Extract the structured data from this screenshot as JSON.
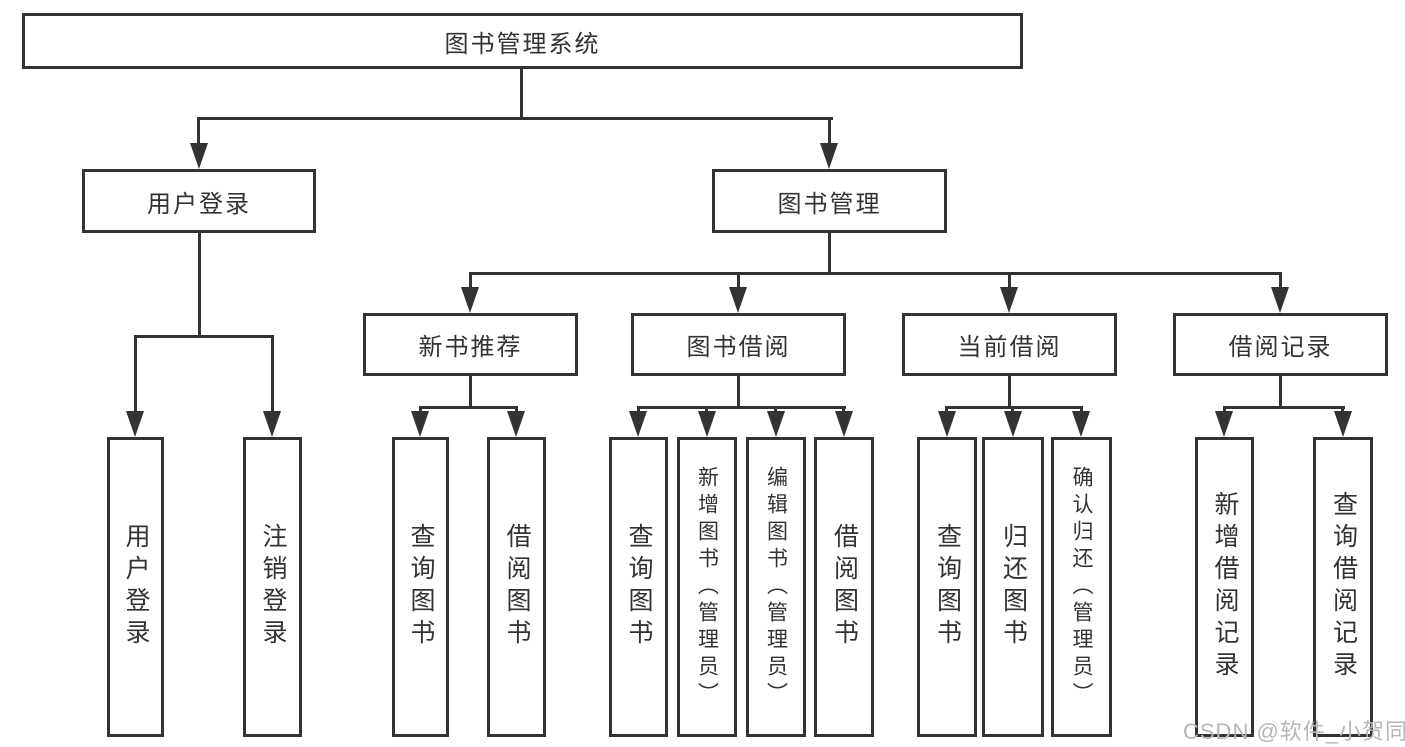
{
  "nodes": {
    "root": "图书管理系统",
    "user_login": "用户登录",
    "book_mgmt": "图书管理",
    "new_books": "新书推荐",
    "book_borrow": "图书借阅",
    "current_borrow": "当前借阅",
    "borrow_records": "借阅记录",
    "leaf_user_login": "用户登录",
    "leaf_logout": "注销登录",
    "nb_query": "查询图书",
    "nb_borrow": "借阅图书",
    "bb_query": "查询图书",
    "bb_add": "新增图书（管理员）",
    "bb_edit": "编辑图书（管理员）",
    "bb_borrow": "借阅图书",
    "cb_query": "查询图书",
    "cb_return": "归还图书",
    "cb_confirm": "确认归还（管理员）",
    "br_add": "新增借阅记录",
    "br_query": "查询借阅记录"
  },
  "watermark": {
    "text": "CSDN @软件_小贺同学"
  },
  "colors": {
    "line": "#333333",
    "text": "#333333",
    "watermark": "#b6b6b6",
    "background": "#ffffff"
  }
}
